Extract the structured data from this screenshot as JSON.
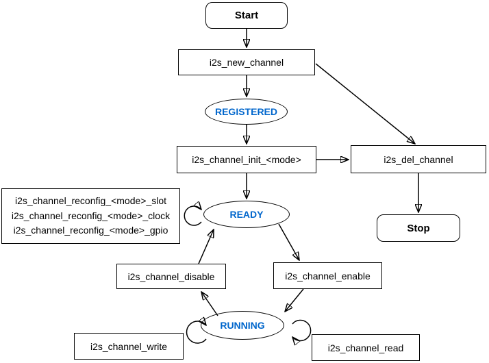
{
  "diagram": {
    "nodes": {
      "start": "Start",
      "new_channel": "i2s_new_channel",
      "registered": "REGISTERED",
      "init": "i2s_channel_init_<mode>",
      "del_channel": "i2s_del_channel",
      "stop": "Stop",
      "reconfig_lines": [
        "i2s_channel_reconfig_<mode>_slot",
        "i2s_channel_reconfig_<mode>_clock",
        "i2s_channel_reconfig_<mode>_gpio"
      ],
      "ready": "READY",
      "disable": "i2s_channel_disable",
      "enable": "i2s_channel_enable",
      "running": "RUNNING",
      "write": "i2s_channel_write",
      "read": "i2s_channel_read"
    },
    "edges": [
      {
        "from": "Start",
        "to": "i2s_new_channel"
      },
      {
        "from": "i2s_new_channel",
        "to": "REGISTERED"
      },
      {
        "from": "i2s_new_channel",
        "to": "i2s_del_channel"
      },
      {
        "from": "REGISTERED",
        "to": "i2s_channel_init_<mode>"
      },
      {
        "from": "i2s_channel_init_<mode>",
        "to": "READY"
      },
      {
        "from": "i2s_channel_init_<mode>",
        "to": "i2s_del_channel"
      },
      {
        "from": "i2s_del_channel",
        "to": "Stop"
      },
      {
        "from": "READY",
        "to": "READY",
        "note": "self-loop (reconfig)"
      },
      {
        "from": "READY",
        "to": "i2s_channel_enable"
      },
      {
        "from": "i2s_channel_enable",
        "to": "RUNNING"
      },
      {
        "from": "RUNNING",
        "to": "i2s_channel_disable"
      },
      {
        "from": "i2s_channel_disable",
        "to": "READY"
      },
      {
        "from": "RUNNING",
        "to": "RUNNING",
        "note": "self-loop left (write)"
      },
      {
        "from": "RUNNING",
        "to": "RUNNING",
        "note": "self-loop right (read)"
      }
    ],
    "colors": {
      "state_text": "#0066CC",
      "line": "#000000",
      "node_fill": "#FFFFFF",
      "background": "#FFFFFF"
    }
  }
}
